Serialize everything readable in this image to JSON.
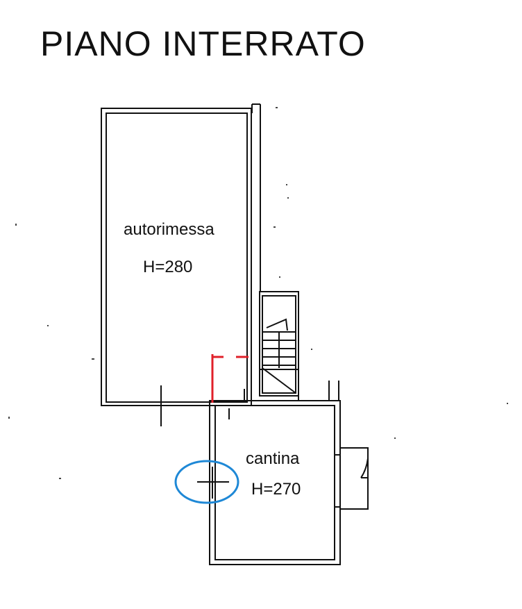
{
  "title": "PIANO INTERRATO",
  "rooms": [
    {
      "name": "autorimessa",
      "height": "H=280"
    },
    {
      "name": "cantina",
      "height": "H=270"
    }
  ],
  "colors": {
    "walls": "#111111",
    "red_markup": "#e0202a",
    "blue_markup": "#1e88d6"
  }
}
